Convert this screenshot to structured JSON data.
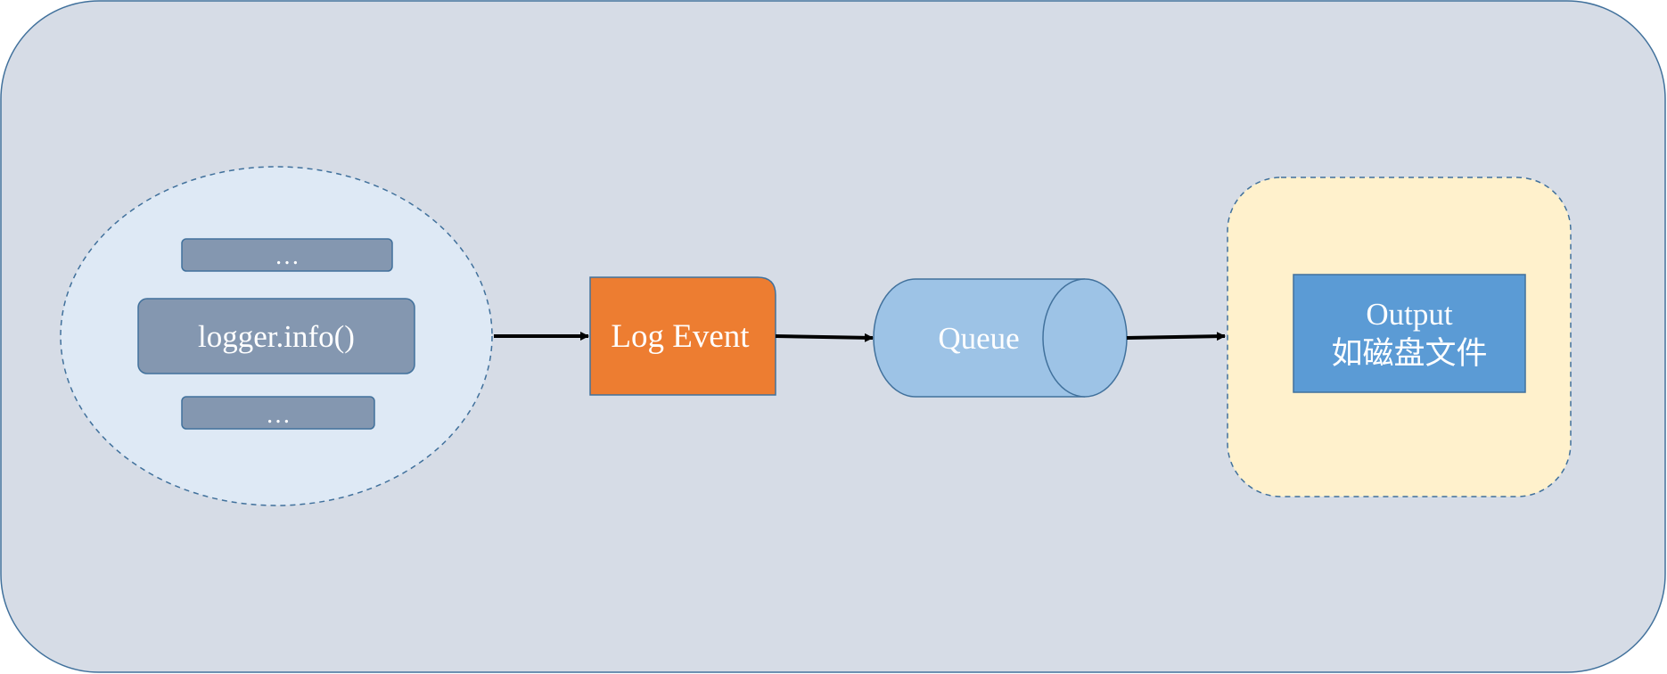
{
  "diagram": {
    "source_group": {
      "item_top": "…",
      "item_main": "logger.info()",
      "item_bottom": "…"
    },
    "log_event": {
      "label": "Log Event"
    },
    "queue": {
      "label": "Queue"
    },
    "output": {
      "line1": "Output",
      "line2": "如磁盘文件"
    }
  },
  "colors": {
    "background_panel": "#d6dce6",
    "panel_stroke": "#41719c",
    "source_ellipse_fill": "#dee9f5",
    "source_item_fill": "#8497b0",
    "log_event_fill": "#ed7d31",
    "queue_fill": "#9dc3e6",
    "output_group_fill": "#fff1cc",
    "output_box_fill": "#5b9bd5",
    "arrow": "#000000"
  }
}
